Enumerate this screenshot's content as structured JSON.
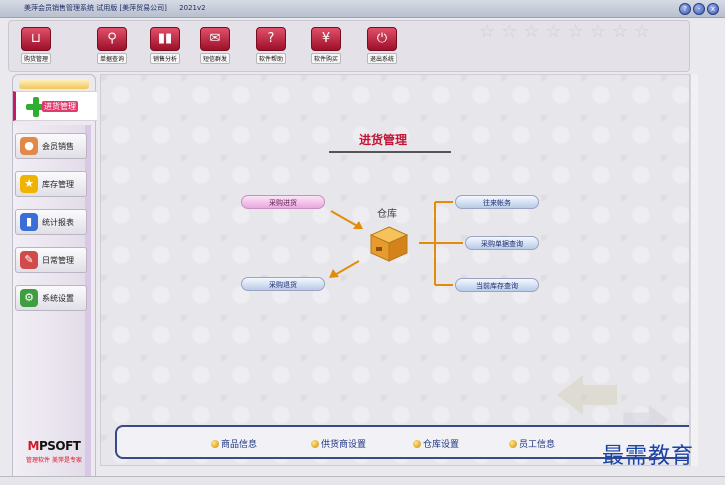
{
  "window": {
    "title_parts": [
      "美萍会员销售管理系统 试用版 [美萍贸易公司]",
      "2021v2"
    ],
    "controls": [
      "?",
      "-",
      "x"
    ]
  },
  "toolbar": {
    "buttons": [
      {
        "label": "购货管理",
        "icon": "basket-icon"
      },
      {
        "label": "单据查询",
        "icon": "magnifier-icon"
      },
      {
        "label": "销售分析",
        "icon": "bar-chart-icon"
      },
      {
        "label": "短信群发",
        "icon": "envelope-icon"
      },
      {
        "label": "软件帮助",
        "icon": "help-icon"
      },
      {
        "label": "软件购买",
        "icon": "yen-icon"
      },
      {
        "label": "退出系统",
        "icon": "exit-icon"
      }
    ]
  },
  "sidebar": {
    "active": {
      "label": "进货管理",
      "icon": "plus-icon"
    },
    "items": [
      {
        "label": "会员销售",
        "icon": "person-icon",
        "color": "#e2894a"
      },
      {
        "label": "库存管理",
        "icon": "star-icon",
        "color": "#f0b400"
      },
      {
        "label": "统计报表",
        "icon": "bars-icon",
        "color": "#3b6dd6"
      },
      {
        "label": "日常管理",
        "icon": "pencil-icon",
        "color": "#d14b4b"
      },
      {
        "label": "系统设置",
        "icon": "gear-icon",
        "color": "#3f9e3f"
      }
    ],
    "brand": {
      "logo_m": "M",
      "logo_rest": "PSOFT",
      "slogan": "管理软件 美萍是专家"
    }
  },
  "main": {
    "title": "进货管理",
    "warehouse": "仓库",
    "left_pills": [
      "采购进货",
      "采购退货"
    ],
    "right_pills": [
      "往来帐务",
      "采购单据查询",
      "当前库存查询"
    ],
    "bottom_links": [
      "商品信息",
      "供货商设置",
      "仓库设置",
      "员工信息"
    ]
  },
  "watermark": "最需教育",
  "colors": {
    "accent": "#c31535",
    "brand_blue": "#3b4a86",
    "pill_pink": "#e8a8dd"
  }
}
